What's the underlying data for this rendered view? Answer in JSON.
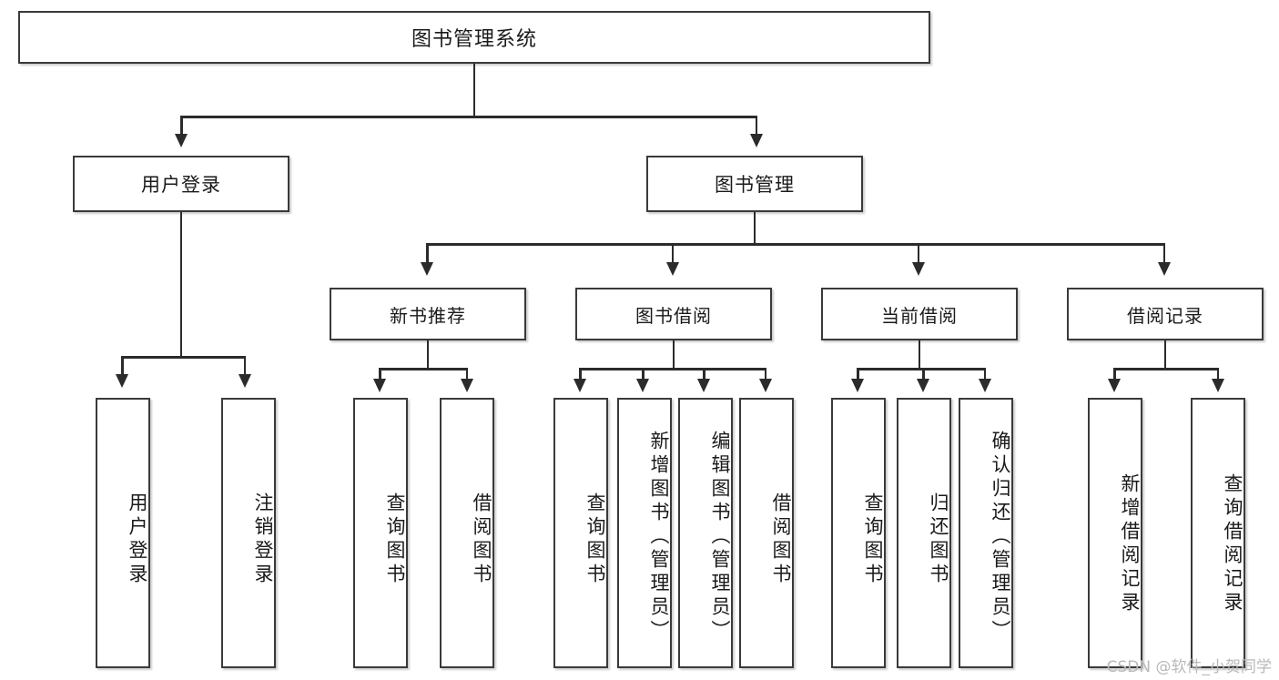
{
  "diagram": {
    "type": "tree",
    "title": "图书管理系统",
    "root": {
      "id": "root",
      "label": "图书管理系统"
    },
    "level2": [
      {
        "id": "user-login",
        "label": "用户登录"
      },
      {
        "id": "book-manage",
        "label": "图书管理"
      }
    ],
    "level3": [
      {
        "id": "new-book-recommend",
        "label": "新书推荐",
        "parent": "book-manage"
      },
      {
        "id": "book-borrow",
        "label": "图书借阅",
        "parent": "book-manage"
      },
      {
        "id": "current-borrow",
        "label": "当前借阅",
        "parent": "book-manage"
      },
      {
        "id": "borrow-record",
        "label": "借阅记录",
        "parent": "book-manage"
      }
    ],
    "leaves": {
      "user_login": [
        {
          "id": "leaf-user-login",
          "label": "用户登录"
        },
        {
          "id": "leaf-user-logout",
          "label": "注销登录"
        }
      ],
      "new_book_recommend": [
        {
          "id": "leaf-query-book-1",
          "label": "查询图书"
        },
        {
          "id": "leaf-borrow-book-1",
          "label": "借阅图书"
        }
      ],
      "book_borrow": [
        {
          "id": "leaf-query-book-2",
          "label": "查询图书"
        },
        {
          "id": "leaf-add-book",
          "label": "新增图书（管理员）"
        },
        {
          "id": "leaf-edit-book",
          "label": "编辑图书（管理员）"
        },
        {
          "id": "leaf-borrow-book-2",
          "label": "借阅图书"
        }
      ],
      "current_borrow": [
        {
          "id": "leaf-query-book-3",
          "label": "查询图书"
        },
        {
          "id": "leaf-return-book",
          "label": "归还图书"
        },
        {
          "id": "leaf-confirm-return",
          "label": "确认归还（管理员）"
        }
      ],
      "borrow_record": [
        {
          "id": "leaf-add-record",
          "label": "新增借阅记录"
        },
        {
          "id": "leaf-query-record",
          "label": "查询借阅记录"
        }
      ]
    }
  },
  "watermark": {
    "text": "CSDN @软件_小贺同学"
  },
  "colors": {
    "box_border": "#3a3a3a",
    "line": "#2b2b2b",
    "background": "#ffffff",
    "text": "#1a1a1a",
    "watermark": "#b9b9b9"
  }
}
